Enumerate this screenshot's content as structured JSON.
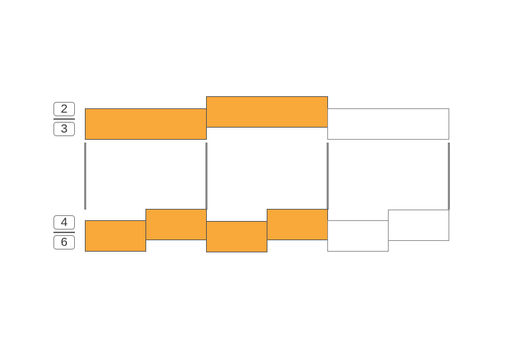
{
  "colors": {
    "shaded": "#f9a83a",
    "empty": "#ffffff",
    "outline": "#555555"
  },
  "top_fraction": {
    "numerator": "2",
    "denominator": "3"
  },
  "bottom_fraction": {
    "numerator": "4",
    "denominator": "6"
  },
  "top_bar": {
    "parts": 3,
    "shaded": 2
  },
  "bottom_bar": {
    "parts": 6,
    "shaded": 4
  }
}
